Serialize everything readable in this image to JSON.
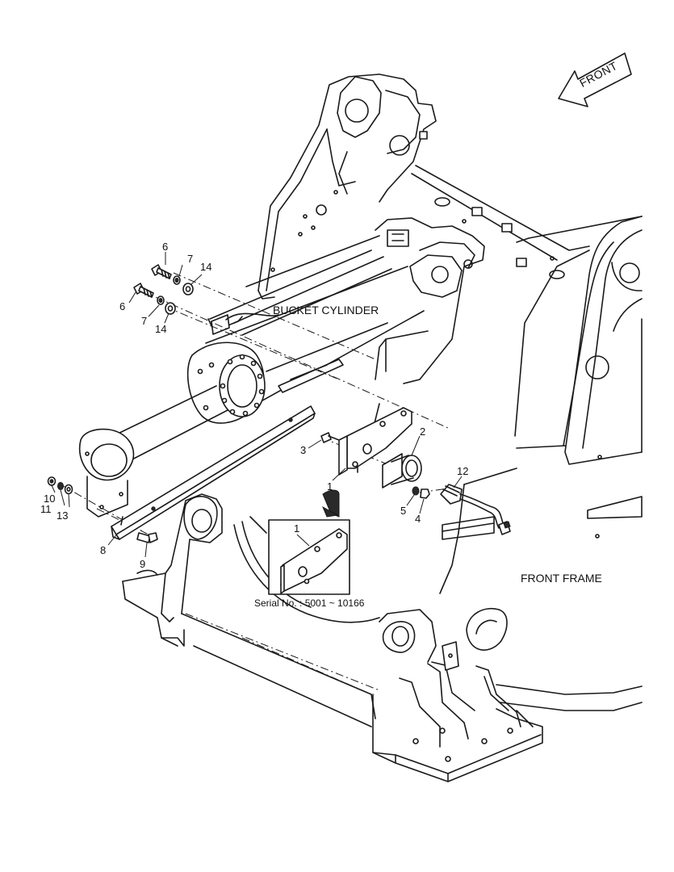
{
  "direction_arrow": {
    "label": "FRONT",
    "icon": "front-arrow-icon"
  },
  "assemblies": {
    "bucket_cylinder": "BUCKET CYLINDER",
    "front_frame": "FRONT FRAME"
  },
  "detail_inset": {
    "part_number": "1",
    "caption": "Serial No. : 5001 ~ 10166"
  },
  "callouts": [
    {
      "id": "callout-6a",
      "number": "6"
    },
    {
      "id": "callout-7a",
      "number": "7"
    },
    {
      "id": "callout-14a",
      "number": "14"
    },
    {
      "id": "callout-6b",
      "number": "6"
    },
    {
      "id": "callout-7b",
      "number": "7"
    },
    {
      "id": "callout-14b",
      "number": "14"
    },
    {
      "id": "callout-3",
      "number": "3"
    },
    {
      "id": "callout-2",
      "number": "2"
    },
    {
      "id": "callout-1",
      "number": "1"
    },
    {
      "id": "callout-12",
      "number": "12"
    },
    {
      "id": "callout-5",
      "number": "5"
    },
    {
      "id": "callout-4",
      "number": "4"
    },
    {
      "id": "callout-10",
      "number": "10"
    },
    {
      "id": "callout-11",
      "number": "11"
    },
    {
      "id": "callout-13",
      "number": "13"
    },
    {
      "id": "callout-8",
      "number": "8"
    },
    {
      "id": "callout-9",
      "number": "9"
    }
  ]
}
